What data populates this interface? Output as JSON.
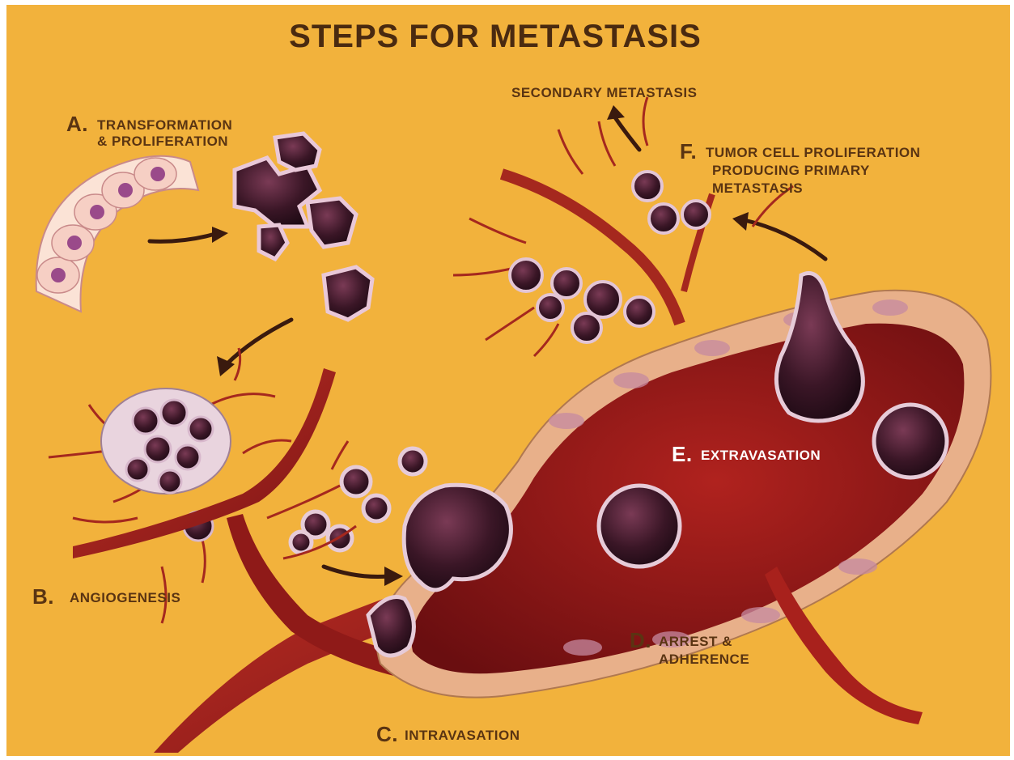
{
  "title": "STEPS FOR METASTASIS",
  "colors": {
    "background": "#f2b23c",
    "vessel": "#a8211c",
    "vessel_dark": "#6e0f10",
    "tissue": "#e8b08a",
    "tumor_cell": "#3a1626",
    "label_text": "#5a3412"
  },
  "labels": {
    "a": {
      "letter": "A.",
      "line1": "TRANSFORMATION",
      "line2": "& PROLIFERATION"
    },
    "b": {
      "letter": "B.",
      "text": "ANGIOGENESIS"
    },
    "c": {
      "letter": "C.",
      "text": "INTRAVASATION"
    },
    "d": {
      "letter": "D.",
      "line1": "ARREST &",
      "line2": "ADHERENCE"
    },
    "e": {
      "letter": "E.",
      "text": "EXTRAVASATION"
    },
    "f": {
      "letter": "F.",
      "line1": "TUMOR CELL PROLIFERATION",
      "line2": "PRODUCING PRIMARY",
      "line3": "METASTASIS"
    },
    "secondary": "SECONDARY METASTASIS"
  }
}
